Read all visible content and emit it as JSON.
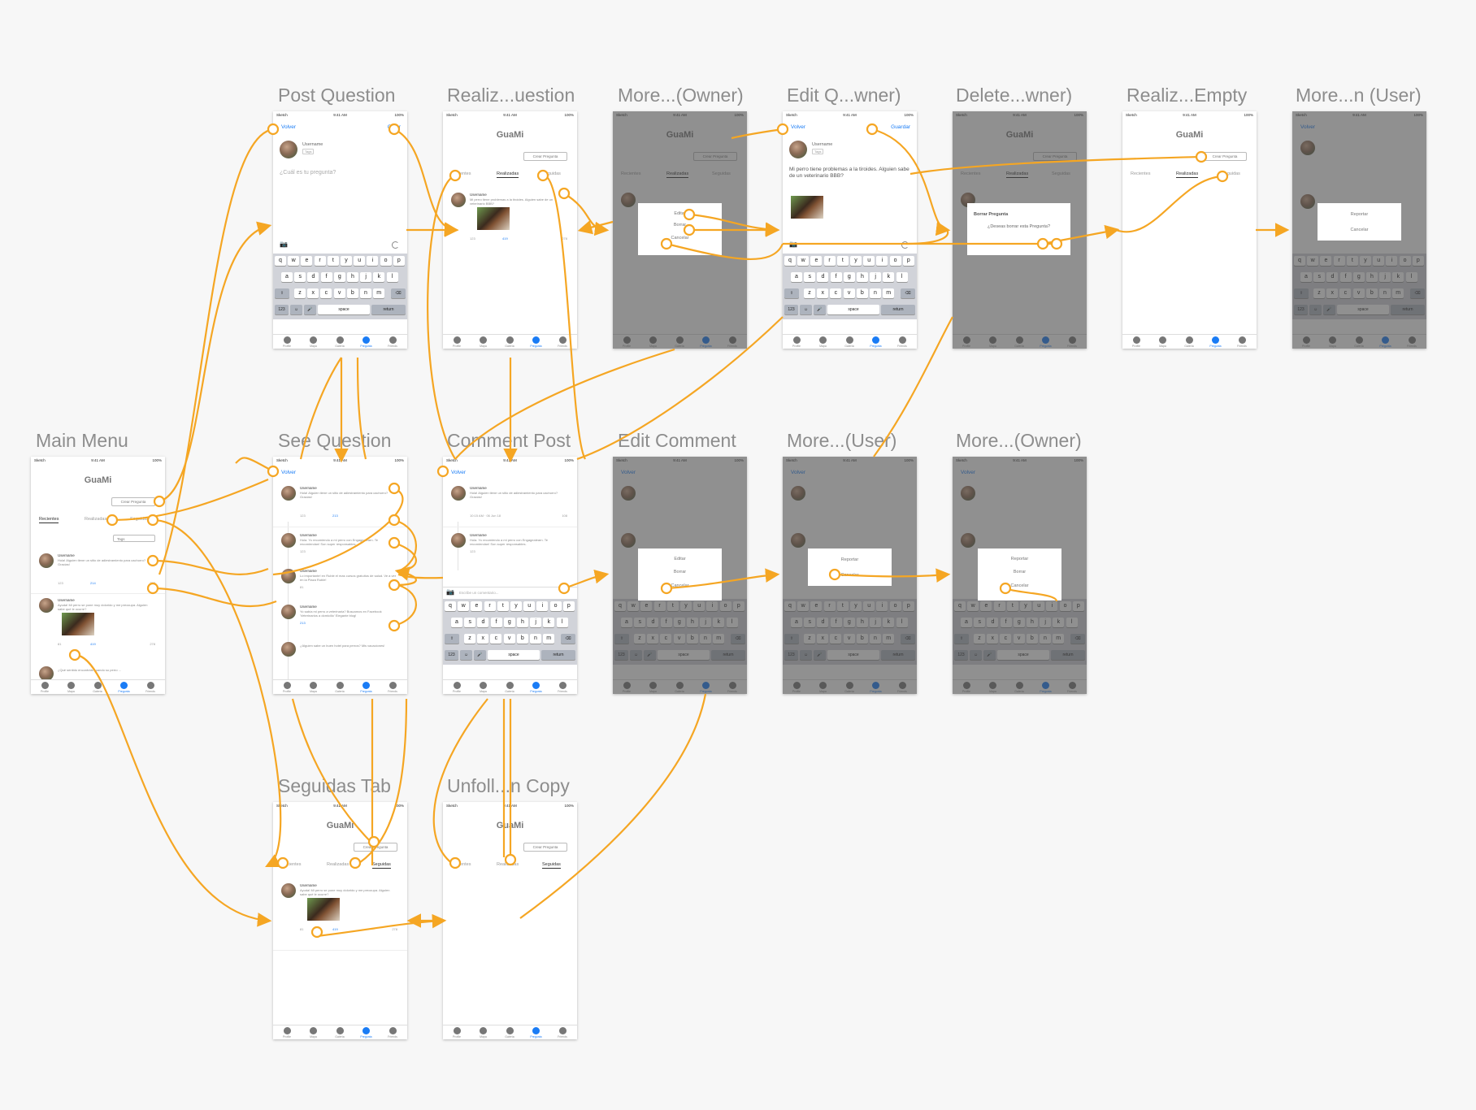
{
  "canvas": {
    "accent_color": "#f5a623",
    "background": "#f7f7f7"
  },
  "status_bar": {
    "carrier": "Sketch",
    "time": "9:41 AM",
    "battery": "100%"
  },
  "app": {
    "brand": "GuaMi"
  },
  "common": {
    "volver": "Volver",
    "crear": "Crear",
    "guardar": "Guardar",
    "create_question": "Crear Pregunta",
    "tab_recientes": "Recientes",
    "tab_realizadas": "Realizadas",
    "tab_seguidas": "Seguidas",
    "filter_tags": "Tags",
    "username": "Username",
    "tag_chip": "Tags",
    "question_placeholder": "¿Cuál es tu pregunta?",
    "comment_placeholder": "Escribe un comentario...",
    "nav": [
      "Profile",
      "Mapa",
      "Galería",
      "Pregunta",
      "Friends"
    ]
  },
  "keyboard": {
    "row1": [
      "q",
      "w",
      "e",
      "r",
      "t",
      "y",
      "u",
      "i",
      "o",
      "p"
    ],
    "row2": [
      "a",
      "s",
      "d",
      "f",
      "g",
      "h",
      "j",
      "k",
      "l"
    ],
    "row3": [
      "z",
      "x",
      "c",
      "v",
      "b",
      "n",
      "m"
    ],
    "shift": "⇧",
    "delete": "⌫",
    "numbers": "123",
    "emoji": "☺",
    "mic": "🎤",
    "space": "space",
    "return": "return"
  },
  "artboards": {
    "post_question": "Post Question",
    "realizadas_question": "Realiz...uestion",
    "more_owner_top": "More...(Owner)",
    "edit_question": "Edit Q...wner)",
    "delete_owner": "Delete...wner)",
    "realizadas_empty": "Realiz...Empty",
    "more_user_top": "More...n (User)",
    "main_menu": "Main Menu",
    "see_question": "See Question",
    "comment_post": "Comment Post",
    "edit_comment": "Edit Comment",
    "more_user": "More...(User)",
    "more_owner": "More...(Owner)",
    "seguidas_tab": "Seguidas Tab",
    "unfollow_copy": "Unfoll...n Copy"
  },
  "posts": {
    "p1_text": "Hola! Alguien tiene un sitio de adiestramiento para cachorro? Gracias!",
    "p2_text": "Ayuda! Mi perro se pone muy dolorido y me preocupa. Alguien sabe qué le ocurre?",
    "p3_text": "¿Qué sentido encontráis cuando su perro ...",
    "edit_text": "Mi perro tiene problemas a la tiroides. Alguien sabe de un veterinario BBB?",
    "c1_text": "Hola. Yo recomiendo a mi perro con Engagealearn. Te recomiendan! Son super responsables.",
    "c2_text": "Lo importante! en Ruble el mas cursos gratuitos de salud. Ve a ver en la Plaza Ruble!",
    "c3_text": "Yo sabía mi perro a veterinaria? Buscamos en Facebook 'Veterinarios a domicilio' Elegante blog!",
    "c4_text": "¿Alguien sabe un buen hotel para perros? Mis vacaciones!",
    "date": "10:15 AM · 06 Jun 18",
    "stat_comments": "213",
    "stat_likes": "214",
    "stat_views": "278",
    "stat_a": "123",
    "stat_b": "81",
    "stat_c": "213",
    "stat_d": "419",
    "stat_e": "108",
    "report_btn": "Reportar"
  },
  "modals": {
    "editar": "Editar",
    "borrar": "Borrar",
    "cancelar": "Cancelar",
    "reportar": "Reportar",
    "borrar_title": "Borrar Pregunta",
    "borrar_msg": "¿Deseas borrar esta Pregunta?"
  }
}
